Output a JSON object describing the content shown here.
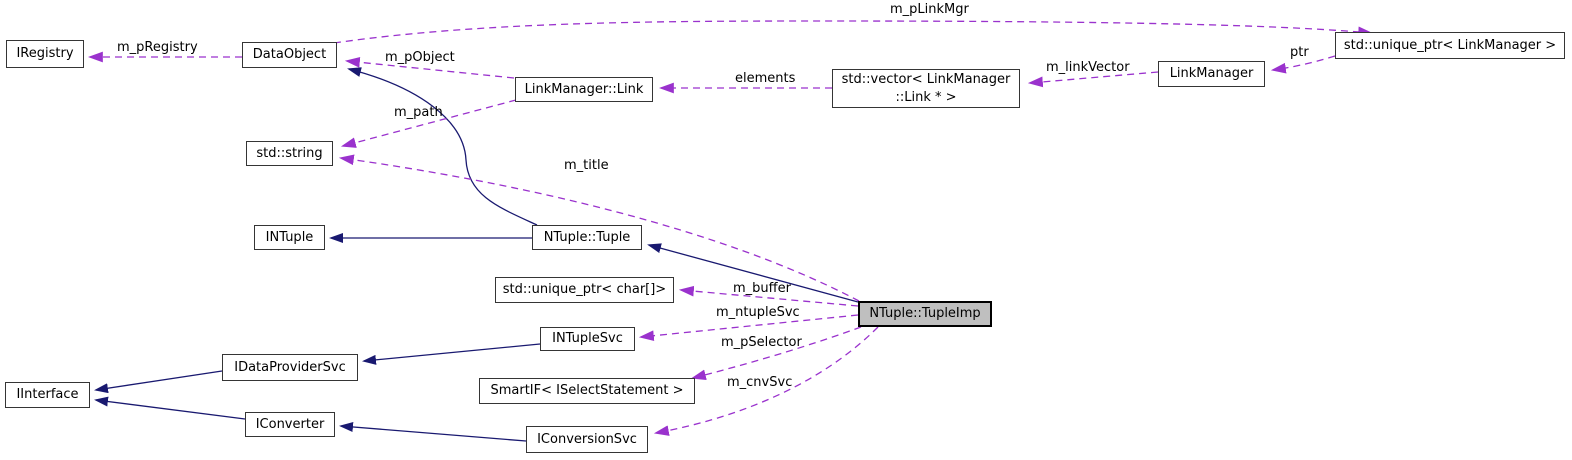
{
  "diagram": {
    "kind": "doxygen-collaboration-graph",
    "highlighted_node": "NTuple::TupleImp"
  },
  "colors": {
    "inheritance_edge": "#191970",
    "usage_edge": "#9a32cd",
    "node_fill": "#ffffff",
    "highlight_fill": "#bfbfbf",
    "node_border": "#353535",
    "text": "#000000"
  },
  "nodes": [
    {
      "label": "IRegistry"
    },
    {
      "label": "DataObject"
    },
    {
      "label": "LinkManager::Link"
    },
    {
      "label": "std::vector< LinkManager ::Link * >"
    },
    {
      "label": "LinkManager"
    },
    {
      "label": "std::unique_ptr< LinkManager >"
    },
    {
      "label": "std::string"
    },
    {
      "label": "INTuple"
    },
    {
      "label": "NTuple::Tuple"
    },
    {
      "label": "std::unique_ptr< char[]>"
    },
    {
      "label": "NTuple::TupleImp"
    },
    {
      "label": "INTupleSvc"
    },
    {
      "label": "IDataProviderSvc"
    },
    {
      "label": "SmartIF< ISelectStatement >"
    },
    {
      "label": "IInterface"
    },
    {
      "label": "IConverter"
    },
    {
      "label": "IConversionSvc"
    }
  ],
  "edges": {
    "usage": [
      {
        "from": "DataObject",
        "to": "IRegistry",
        "label": "m_pRegistry"
      },
      {
        "from": "DataObject",
        "to": "std::unique_ptr< LinkManager >",
        "label": "m_pLinkMgr"
      },
      {
        "from": "LinkManager::Link",
        "to": "DataObject",
        "label": "m_pObject"
      },
      {
        "from": "LinkManager::Link",
        "to": "std::string",
        "label": "m_path"
      },
      {
        "from": "std::vector< LinkManager::Link * >",
        "to": "LinkManager::Link",
        "label": "elements"
      },
      {
        "from": "LinkManager",
        "to": "std::vector< LinkManager::Link * >",
        "label": "m_linkVector"
      },
      {
        "from": "std::unique_ptr< LinkManager >",
        "to": "LinkManager",
        "label": "ptr"
      },
      {
        "from": "NTuple::TupleImp",
        "to": "std::string",
        "label": "m_title"
      },
      {
        "from": "NTuple::TupleImp",
        "to": "std::unique_ptr< char[]>",
        "label": "m_buffer"
      },
      {
        "from": "NTuple::TupleImp",
        "to": "INTupleSvc",
        "label": "m_ntupleSvc"
      },
      {
        "from": "NTuple::TupleImp",
        "to": "SmartIF< ISelectStatement >",
        "label": "m_pSelector"
      },
      {
        "from": "NTuple::TupleImp",
        "to": "IConversionSvc",
        "label": "m_cnvSvc"
      }
    ],
    "inheritance": [
      {
        "from": "NTuple::Tuple",
        "to": "INTuple"
      },
      {
        "from": "NTuple::Tuple",
        "to": "DataObject"
      },
      {
        "from": "NTuple::TupleImp",
        "to": "NTuple::Tuple"
      },
      {
        "from": "INTupleSvc",
        "to": "IDataProviderSvc"
      },
      {
        "from": "IConversionSvc",
        "to": "IConverter"
      },
      {
        "from": "IDataProviderSvc",
        "to": "IInterface"
      },
      {
        "from": "IConverter",
        "to": "IInterface"
      }
    ]
  }
}
